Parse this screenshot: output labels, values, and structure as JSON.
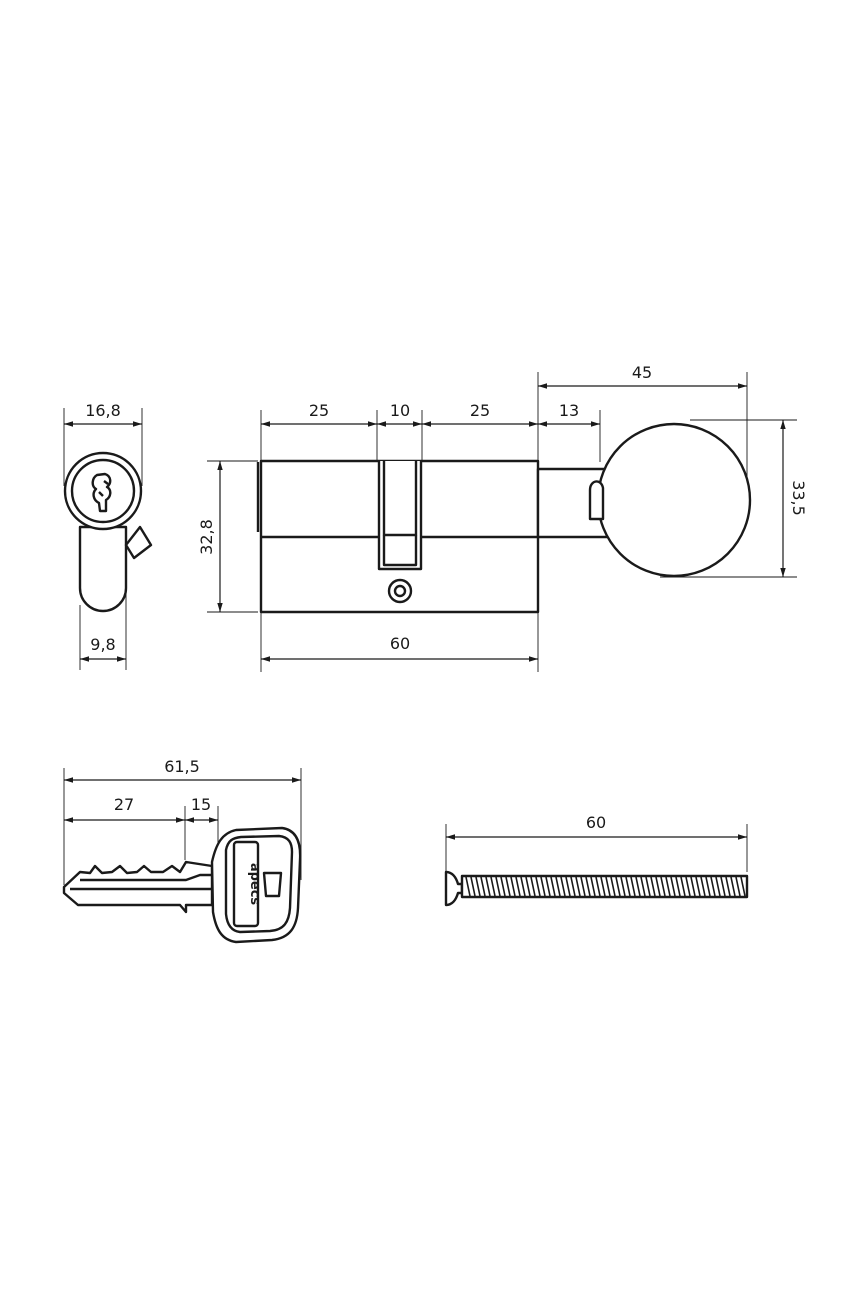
{
  "dimensions": {
    "end_view_width": "16,8",
    "end_view_cam_width": "9,8",
    "cylinder_height": "32,8",
    "left_half_length": "25",
    "cam_width": "10",
    "right_half_length": "25",
    "knob_offset": "13",
    "knob_total_length": "45",
    "knob_diameter": "33,5",
    "cylinder_length": "60",
    "key_length": "61,5",
    "key_blade_length": "27",
    "key_shoulder": "15",
    "screw_length": "60"
  },
  "key_logo": "apecs"
}
